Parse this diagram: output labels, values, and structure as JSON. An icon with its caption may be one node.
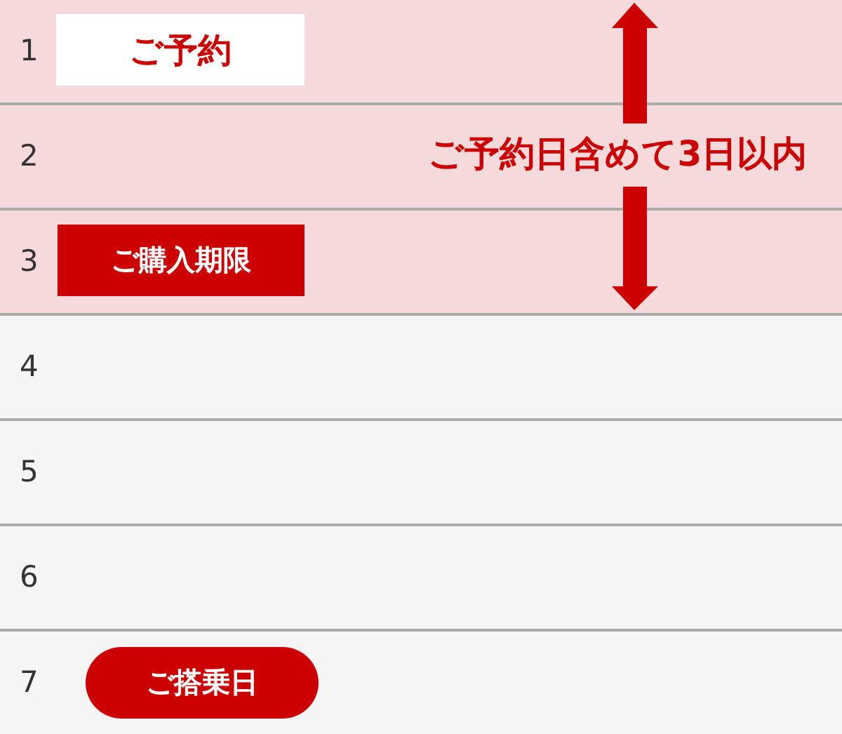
{
  "diagram": {
    "nodes": [
      {
        "text": [
          "1"
        ]
      },
      {
        "text": [
          "ご予約"
        ],
        "in": 0
      },
      {
        "text": [
          "2"
        ]
      },
      {
        "text": [
          "3"
        ]
      },
      {
        "text": [
          "ご購入期限"
        ],
        "in": 3
      },
      {
        "text": [
          "4"
        ]
      },
      {
        "text": [
          "5"
        ]
      },
      {
        "text": [
          "6"
        ]
      },
      {
        "text": [
          "7"
        ]
      },
      {
        "text": [
          "ご搭乗日"
        ],
        "in": 8
      }
    ],
    "labels": [
      "ご予約日含めて3日以内"
    ]
  }
}
